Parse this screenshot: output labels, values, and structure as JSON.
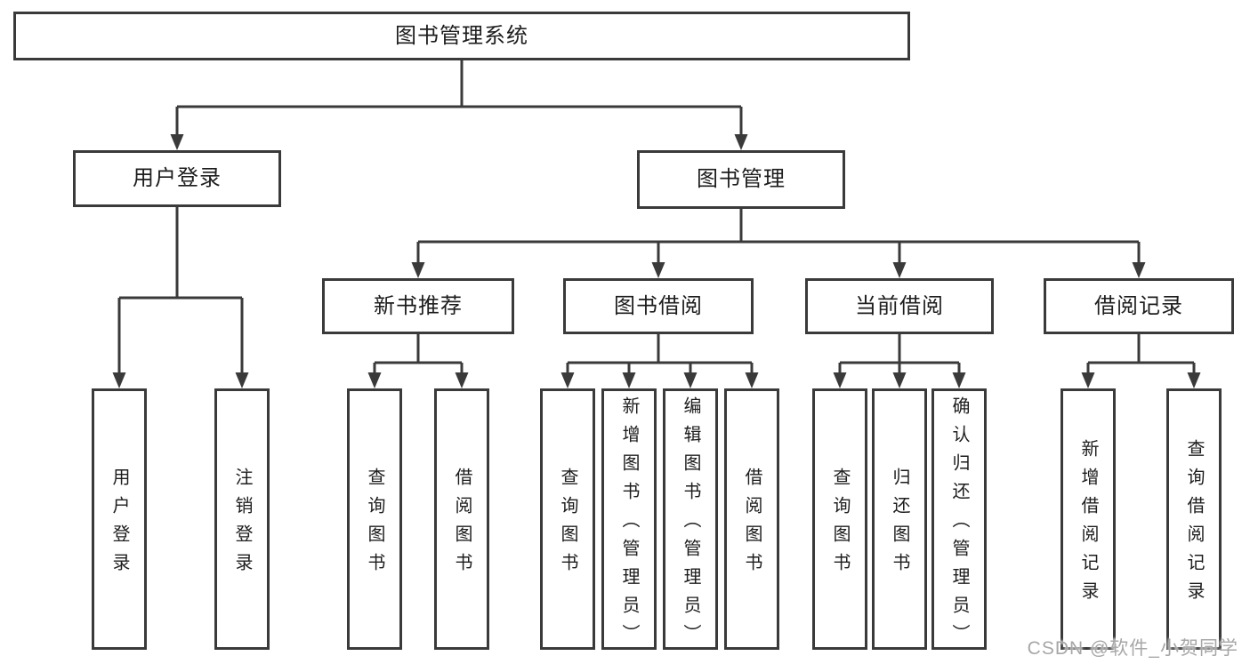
{
  "diagram": {
    "type": "hierarchy-tree",
    "title": "图书管理系统",
    "watermark": "CSDN @软件_小贺同学",
    "colors": {
      "line": "#3a3a3a",
      "border": "#3a3a3a",
      "text": "#1d1d1d",
      "watermark": "#a7a7a7",
      "background": "#ffffff"
    },
    "nodes": {
      "root": {
        "label": "图书管理系统"
      },
      "user_login": {
        "label": "用户登录"
      },
      "book_mgmt": {
        "label": "图书管理"
      },
      "new_book_rec": {
        "label": "新书推荐"
      },
      "book_borrow": {
        "label": "图书借阅"
      },
      "current_borrow": {
        "label": "当前借阅"
      },
      "borrow_records": {
        "label": "借阅记录"
      },
      "leaf_user_login": {
        "label": "用户登录"
      },
      "leaf_logout": {
        "label": "注销登录"
      },
      "leaf_query_book_1": {
        "label": "查询图书"
      },
      "leaf_borrow_book_1": {
        "label": "借阅图书"
      },
      "leaf_query_book_2": {
        "label": "查询图书"
      },
      "leaf_add_book": {
        "label": "新增图书（管理员）"
      },
      "leaf_edit_book": {
        "label": "编辑图书（管理员）"
      },
      "leaf_borrow_book_2": {
        "label": "借阅图书"
      },
      "leaf_query_book_3": {
        "label": "查询图书"
      },
      "leaf_return_book": {
        "label": "归还图书"
      },
      "leaf_confirm_return": {
        "label": "确认归还（管理员）"
      },
      "leaf_add_record": {
        "label": "新增借阅记录"
      },
      "leaf_query_record": {
        "label": "查询借阅记录"
      }
    },
    "hierarchy": {
      "root": [
        "user_login",
        "book_mgmt"
      ],
      "user_login": [
        "leaf_user_login",
        "leaf_logout"
      ],
      "book_mgmt": [
        "new_book_rec",
        "book_borrow",
        "current_borrow",
        "borrow_records"
      ],
      "new_book_rec": [
        "leaf_query_book_1",
        "leaf_borrow_book_1"
      ],
      "book_borrow": [
        "leaf_query_book_2",
        "leaf_add_book",
        "leaf_edit_book",
        "leaf_borrow_book_2"
      ],
      "current_borrow": [
        "leaf_query_book_3",
        "leaf_return_book",
        "leaf_confirm_return"
      ],
      "borrow_records": [
        "leaf_add_record",
        "leaf_query_record"
      ]
    }
  }
}
